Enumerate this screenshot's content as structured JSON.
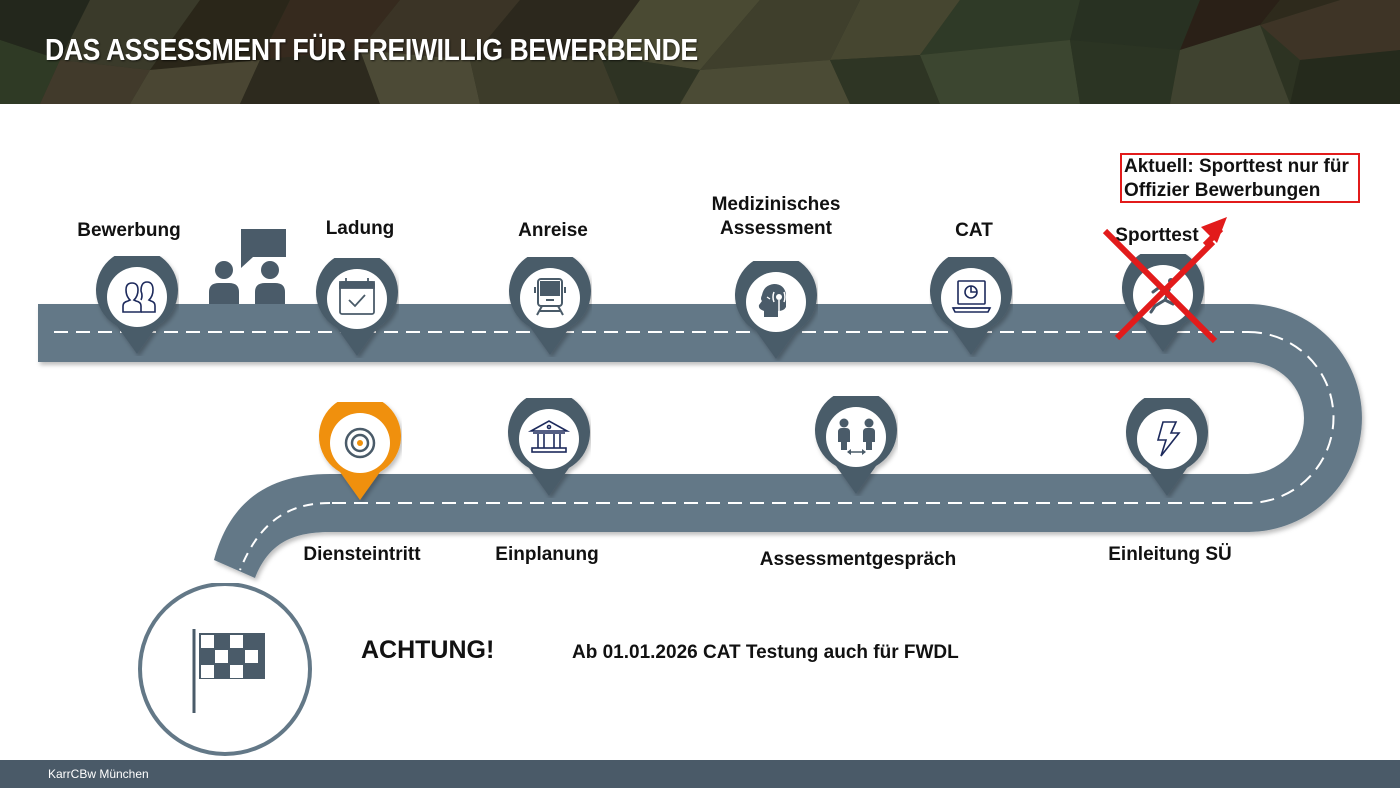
{
  "header": {
    "title": "DAS ASSESSMENT FÜR FREIWILLIG BEWERBENDE"
  },
  "colors": {
    "road": "#637887",
    "pin_dark": "#4a5b69",
    "pin_active": "#f0900a",
    "icon_navy": "#1d2a5c",
    "strike_red": "#e21b1b",
    "footer_bg": "#4a5a68"
  },
  "steps_top": [
    {
      "label": "Bewerbung",
      "icon": "users-icon"
    },
    {
      "label": "Ladung",
      "icon": "calendar-check-icon"
    },
    {
      "label": "Anreise",
      "icon": "train-icon"
    },
    {
      "label": "Medizinisches Assessment",
      "label_line1": "Medizinisches",
      "label_line2": "Assessment",
      "icon": "head-stethoscope-icon"
    },
    {
      "label": "CAT",
      "icon": "laptop-chart-icon"
    },
    {
      "label": "Sporttest",
      "icon": "runner-icon",
      "struck_out": true
    }
  ],
  "steps_bottom": [
    {
      "label": "Diensteintritt",
      "icon": "target-icon",
      "active": true
    },
    {
      "label": "Einplanung",
      "icon": "institution-icon"
    },
    {
      "label": "Assessmentgespräch",
      "icon": "two-people-exchange-icon"
    },
    {
      "label": "Einleitung SÜ",
      "icon": "lightning-icon"
    }
  ],
  "decorations": {
    "conversation_icon": "conversation-icon",
    "finish_flag_icon": "checkered-flag-icon"
  },
  "note": {
    "line1": "Aktuell: Sporttest nur für",
    "line2": "Offizier Bewerbungen"
  },
  "notice": {
    "heading": "ACHTUNG!",
    "text": "Ab 01.01.2026 CAT Testung auch für FWDL"
  },
  "footer": {
    "text": "KarrCBw München"
  }
}
